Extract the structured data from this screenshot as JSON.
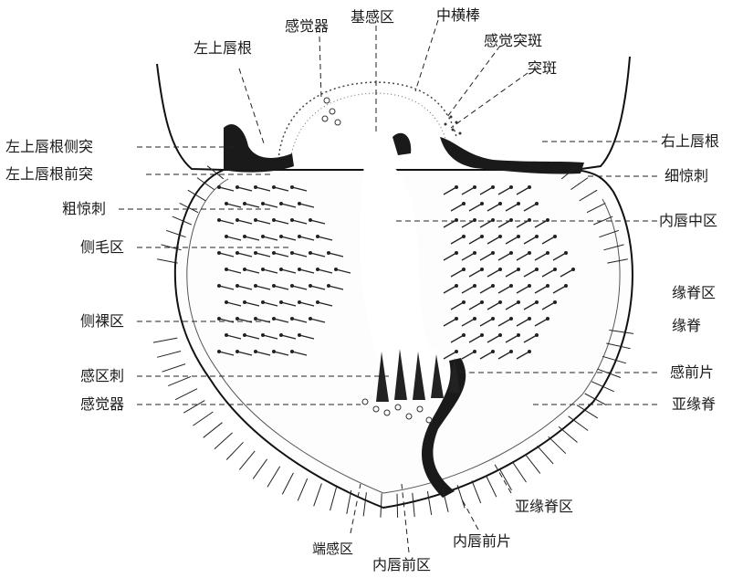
{
  "diagram": {
    "labels": {
      "left_labrum_root": "左上唇根",
      "sensilla_top": "感觉器",
      "basal_sensory_area": "基感区",
      "middle_bar": "中横棒",
      "sensory_spot": "感觉突斑",
      "spot": "突斑",
      "left_lateral_process": "左上唇根侧突",
      "left_anterior_process": "左上唇根前突",
      "coarse_spines": "粗惊刺",
      "lateral_hair_area": "侧毛区",
      "lateral_bare_area": "侧裸区",
      "sensory_area_spines": "感区刺",
      "sensilla_bottom": "感觉器",
      "right_labrum_root": "右上唇根",
      "fine_spines": "细惊刺",
      "inner_lip_middle": "内唇中区",
      "marginal_ridge_area": "缘脊区",
      "marginal_ridge": "缘脊",
      "anterior_sensory_plate": "感前片",
      "submarginal_ridge": "亚缘脊",
      "submarginal_ridge_area": "亚缘脊区",
      "terminal_sensory_area": "端感区",
      "inner_lip_anterior_plate": "内唇前片",
      "inner_lip_anterior_area": "内唇前区"
    }
  }
}
